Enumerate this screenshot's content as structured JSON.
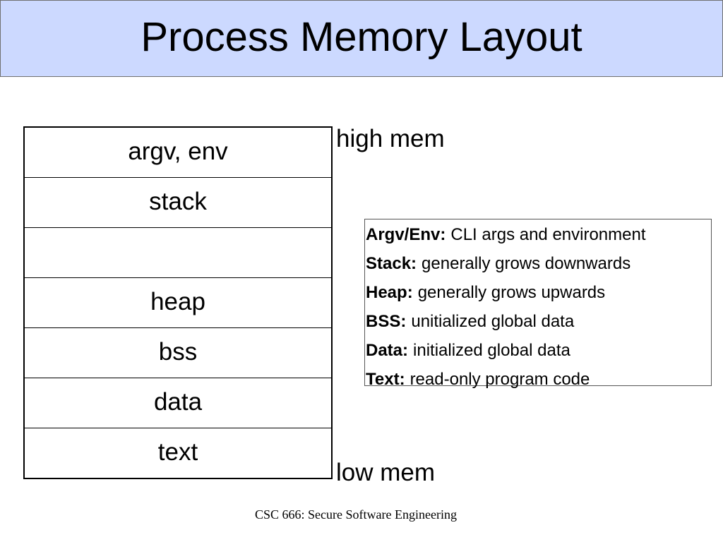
{
  "title": "Process Memory Layout",
  "segments": [
    {
      "label": "argv, env"
    },
    {
      "label": "stack"
    },
    {
      "label": ""
    },
    {
      "label": "heap"
    },
    {
      "label": "bss"
    },
    {
      "label": "data"
    },
    {
      "label": "text"
    }
  ],
  "high_mem_label": "high mem",
  "low_mem_label": "low mem",
  "legend": [
    {
      "term": "Argv/Env:",
      "desc": "CLI args and environment"
    },
    {
      "term": "Stack:",
      "desc": "generally grows downwards"
    },
    {
      "term": "Heap:",
      "desc": "generally grows upwards"
    },
    {
      "term": "BSS:",
      "desc": "unitialized global data"
    },
    {
      "term": "Data:",
      "desc": "initialized global data"
    },
    {
      "term": "Text:",
      "desc": "read-only program code"
    }
  ],
  "footer": "CSC 666: Secure Software Engineering",
  "colors": {
    "title_background": "#ccd9ff"
  }
}
